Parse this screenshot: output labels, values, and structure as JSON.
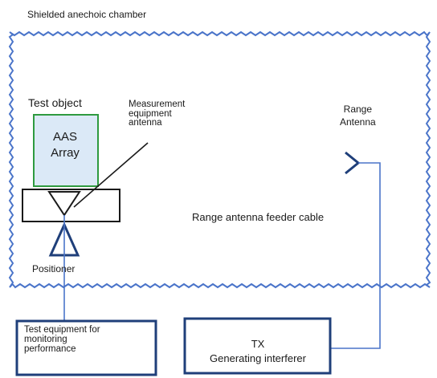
{
  "title": "Shielded anechoic chamber",
  "test_object": {
    "label": "Test object",
    "device_text": "AAS\nArray"
  },
  "measurement_antenna_label": "Measurement\nequipment\nantenna",
  "range_antenna_label": "Range\nAntenna",
  "feeder_cable_label": "Range antenna feeder cable",
  "positioner_label": "Positioner",
  "test_equipment_label": "Test equipment for\nmonitoring\nperformance",
  "tx_box_text": "TX\nGenerating interferer",
  "colors": {
    "chamber_border": "#4a74c9",
    "box_border": "#1f3f7a",
    "cable": "#4a74c9",
    "device_fill": "#dbe9f7",
    "device_border": "#2e9a3f"
  }
}
